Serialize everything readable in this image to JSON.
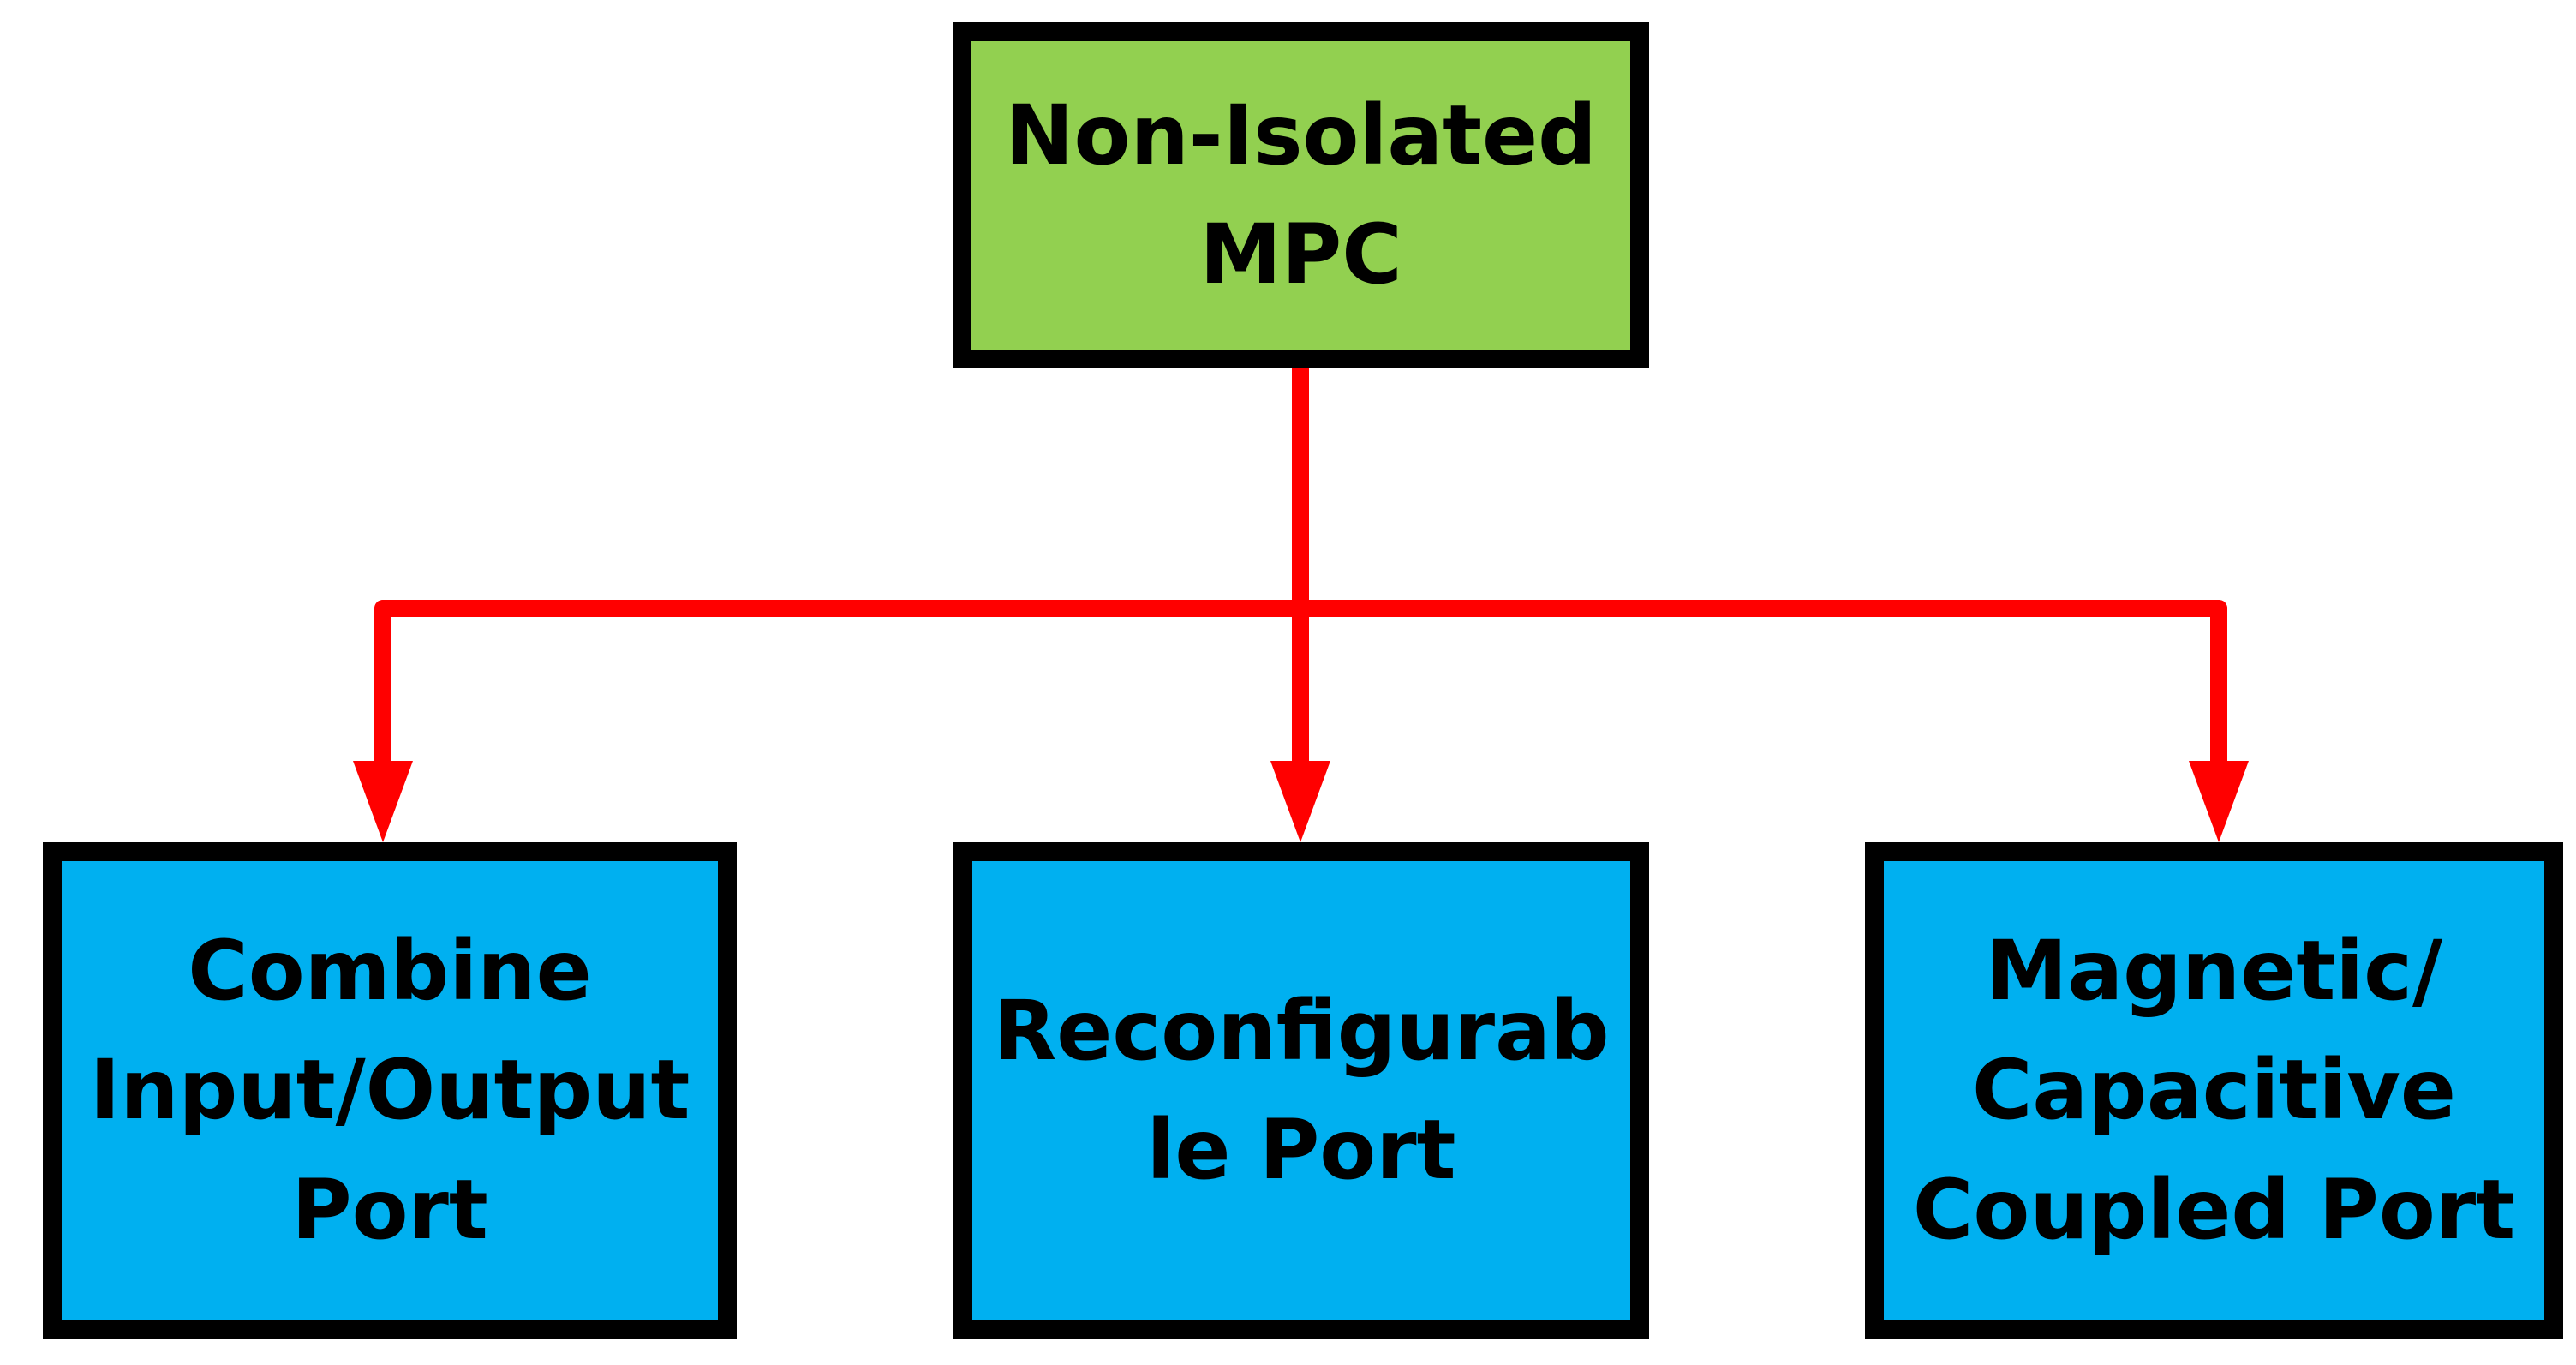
{
  "diagram": {
    "root": {
      "lines": [
        "Non-Isolated",
        "MPC"
      ],
      "fill": "#92d050"
    },
    "children": [
      {
        "lines": [
          "Combine",
          "Input/Output",
          "Port"
        ],
        "fill": "#00b0f0"
      },
      {
        "lines": [
          "Reconfigurab",
          "le Port"
        ],
        "fill": "#00b0f0"
      },
      {
        "lines": [
          "Magnetic/",
          "Capacitive",
          "Coupled Port"
        ],
        "fill": "#00b0f0"
      }
    ],
    "connector_color": "#ff0000",
    "border_color": "#000000"
  }
}
